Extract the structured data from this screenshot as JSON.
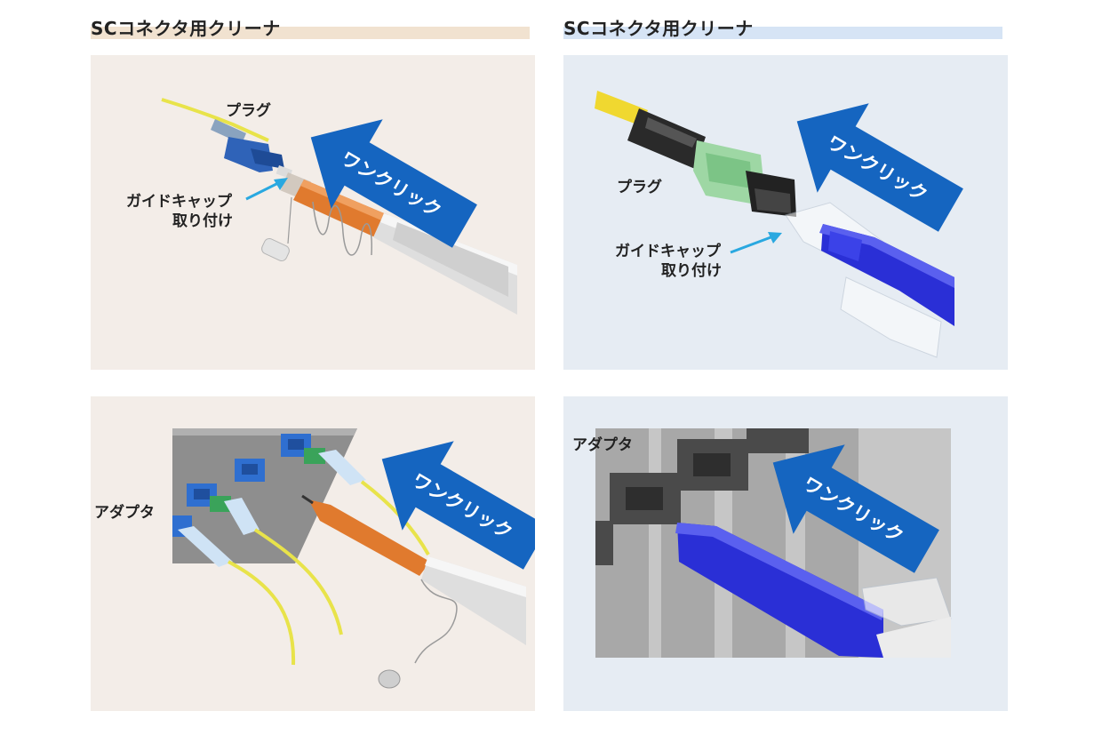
{
  "headings": {
    "left": "SCコネクタ用クリーナ",
    "right": "SCコネクタ用クリーナ"
  },
  "colors": {
    "heading_left_bar": "#f1e2d0",
    "heading_right_bar": "#d6e4f5",
    "panel_left_bg": "#f3ede8",
    "panel_right_bg": "#e6ecf3",
    "arrow_blue": "#1565c0",
    "cleaner_orange": "#e07a2e",
    "cleaner_blue": "#2a2fd6",
    "fiber_yellow": "#e8e34a",
    "callout_cyan": "#29a8e0"
  },
  "panels": {
    "top_left": {
      "plug_label": "プラグ",
      "guide_cap_line1": "ガイドキャップ",
      "guide_cap_line2": "取り付け",
      "arrow_label": "ワンクリック"
    },
    "top_right": {
      "plug_label": "プラグ",
      "guide_cap_line1": "ガイドキャップ",
      "guide_cap_line2": "取り付け",
      "arrow_label": "ワンクリック"
    },
    "bottom_left": {
      "adapter_label": "アダプタ",
      "arrow_label": "ワンクリック"
    },
    "bottom_right": {
      "adapter_label": "アダプタ",
      "arrow_label": "ワンクリック"
    }
  }
}
